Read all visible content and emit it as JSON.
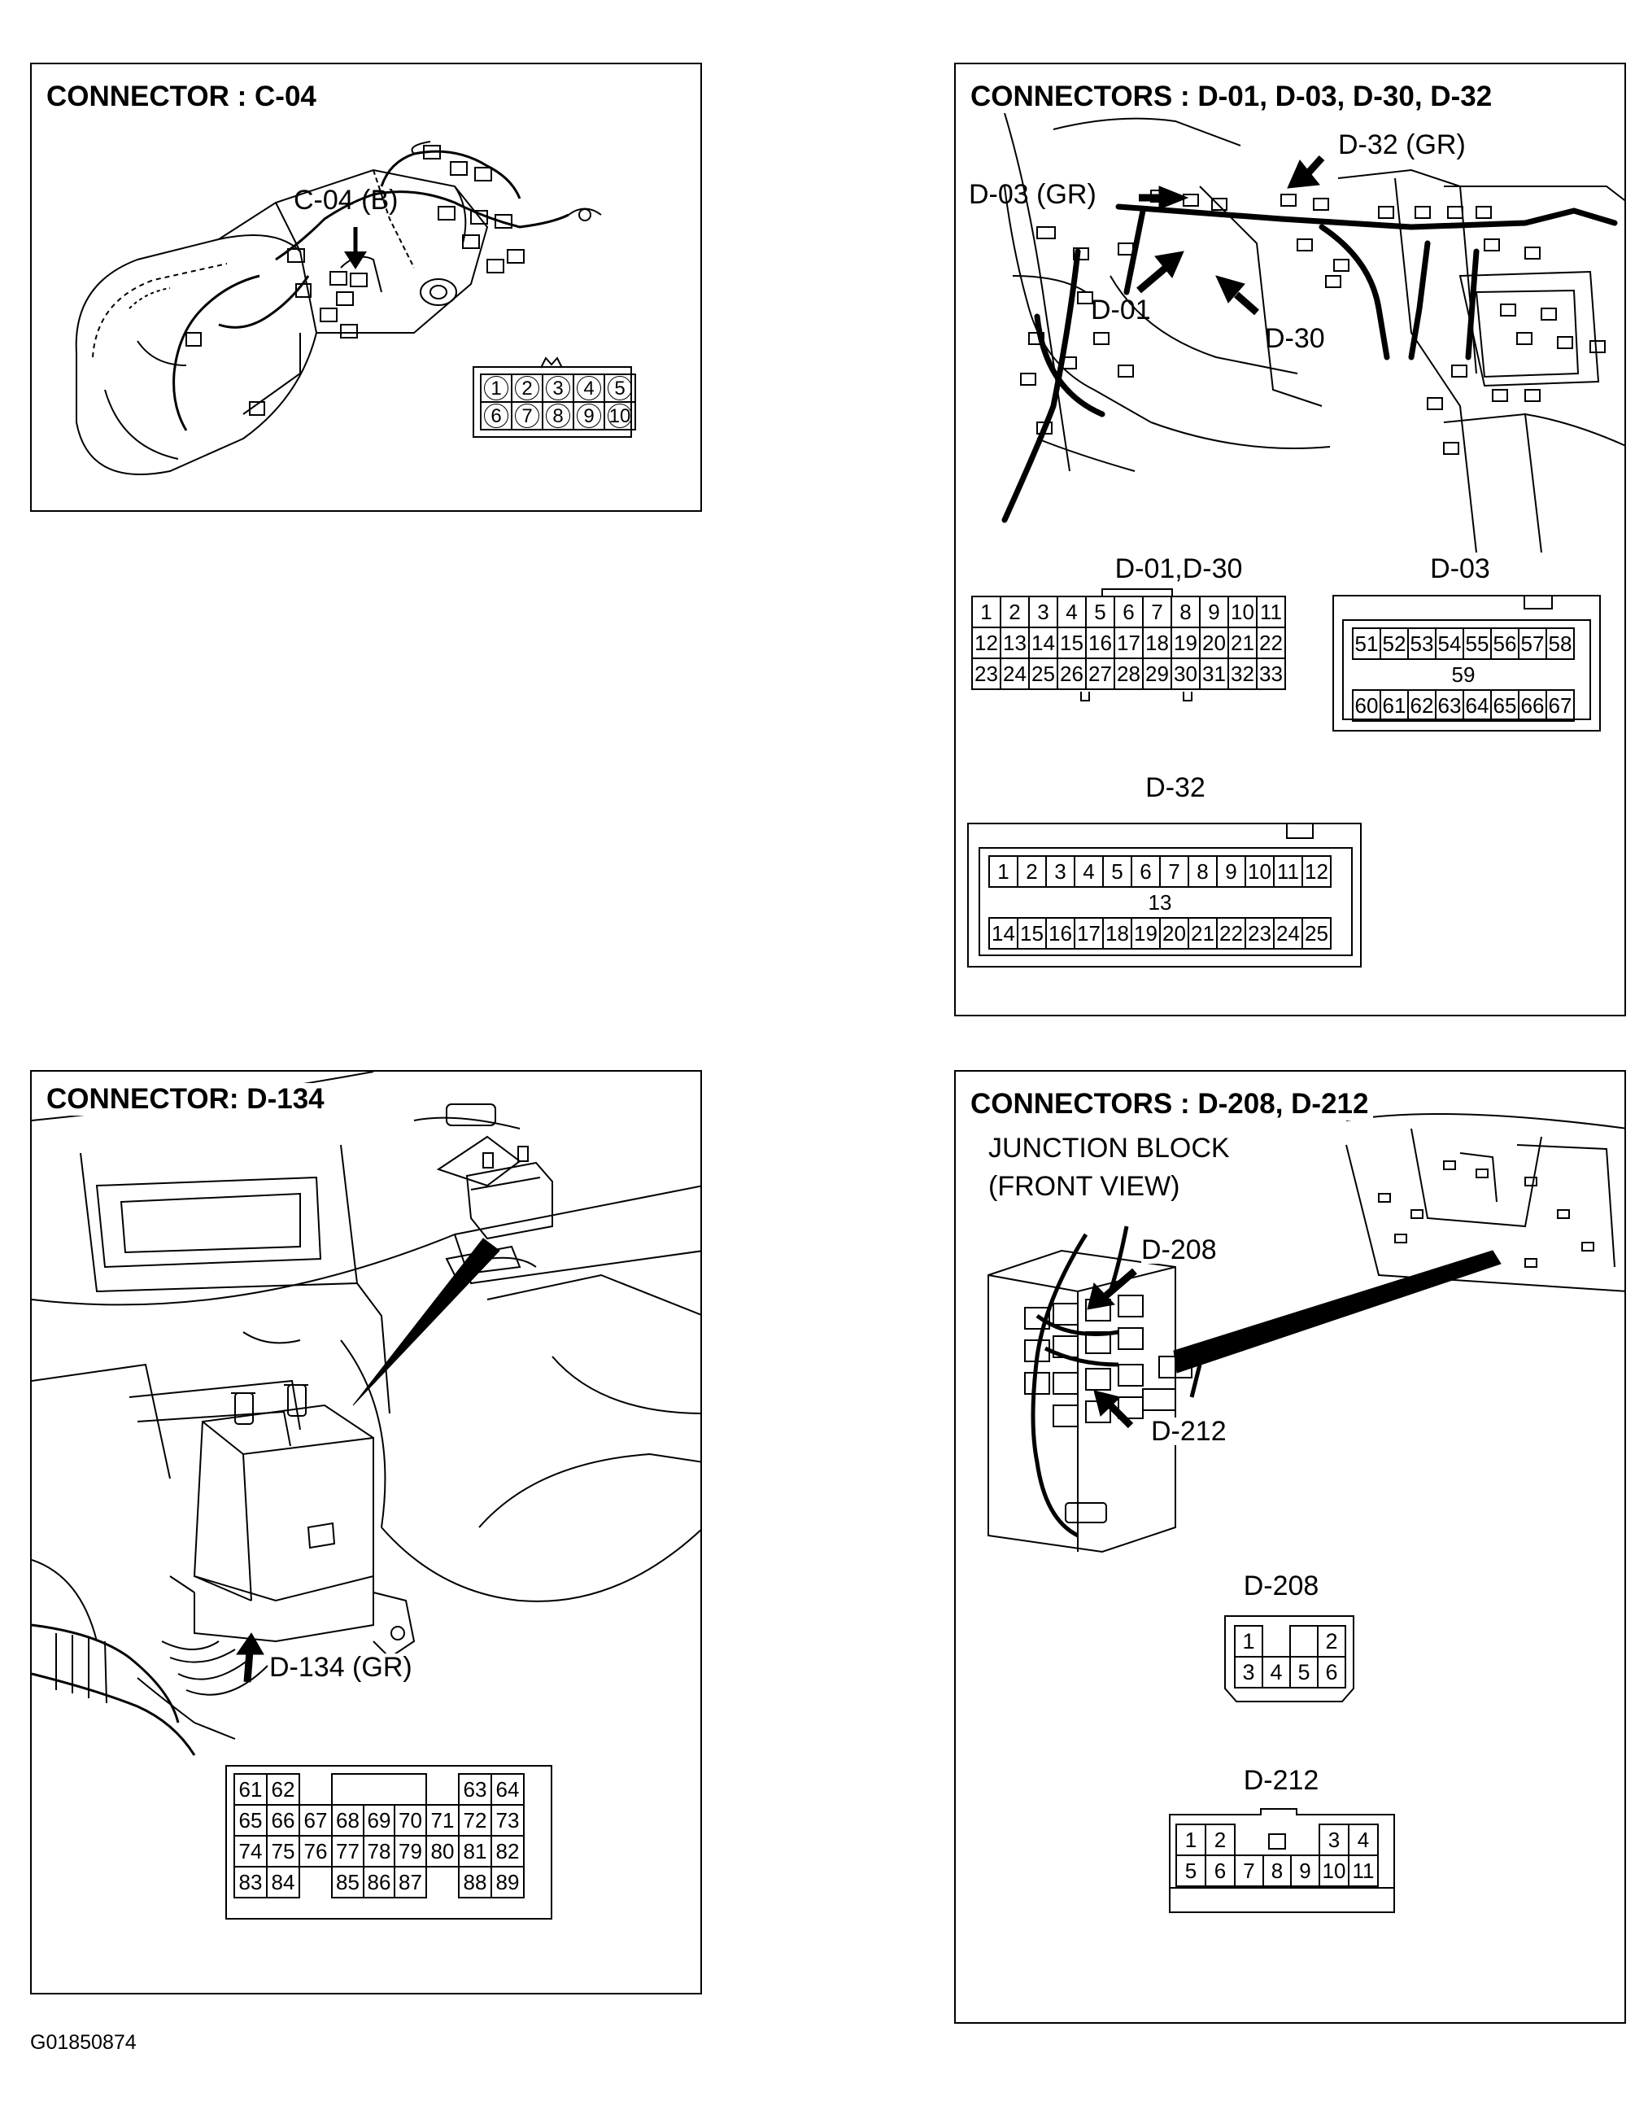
{
  "panels": {
    "c04": {
      "title": "CONNECTOR : C-04",
      "callout": "C-04 (B)",
      "pins": [
        "1",
        "2",
        "3",
        "4",
        "5",
        "6",
        "7",
        "8",
        "9",
        "10"
      ]
    },
    "d_group": {
      "title": "CONNECTORS : D-01, D-03, D-30, D-32",
      "callouts": {
        "d03": "D-03 (GR)",
        "d32": "D-32 (GR)",
        "d01": "D-01",
        "d30": "D-30"
      },
      "connector_d01_d30": {
        "title": "D-01,D-30",
        "rows": [
          [
            "1",
            "2",
            "3",
            "4",
            "5",
            "6",
            "7",
            "8",
            "9",
            "10",
            "11"
          ],
          [
            "12",
            "13",
            "14",
            "15",
            "16",
            "17",
            "18",
            "19",
            "20",
            "21",
            "22"
          ],
          [
            "23",
            "24",
            "25",
            "26",
            "27",
            "28",
            "29",
            "30",
            "31",
            "32",
            "33"
          ]
        ]
      },
      "connector_d03": {
        "title": "D-03",
        "row1": [
          "51",
          "52",
          "53",
          "54",
          "55",
          "56",
          "57",
          "58"
        ],
        "middle": "59",
        "row2": [
          "60",
          "61",
          "62",
          "63",
          "64",
          "65",
          "66",
          "67"
        ]
      },
      "connector_d32": {
        "title": "D-32",
        "row1": [
          "1",
          "2",
          "3",
          "4",
          "5",
          "6",
          "7",
          "8",
          "9",
          "10",
          "11",
          "12"
        ],
        "middle": "13",
        "row2": [
          "14",
          "15",
          "16",
          "17",
          "18",
          "19",
          "20",
          "21",
          "22",
          "23",
          "24",
          "25"
        ]
      }
    },
    "d134": {
      "title": "CONNECTOR: D-134",
      "callout": "D-134 (GR)",
      "rows": [
        [
          "61",
          "62",
          "",
          "",
          "",
          "",
          "",
          "63",
          "64"
        ],
        [
          "65",
          "66",
          "67",
          "68",
          "69",
          "70",
          "71",
          "72",
          "73"
        ],
        [
          "74",
          "75",
          "76",
          "77",
          "78",
          "79",
          "80",
          "81",
          "82"
        ],
        [
          "83",
          "84",
          "",
          "85",
          "86",
          "87",
          "",
          "88",
          "89"
        ]
      ]
    },
    "d208_d212": {
      "title": "CONNECTORS : D-208, D-212",
      "junction_label_line1": "JUNCTION BLOCK",
      "junction_label_line2": "(FRONT VIEW)",
      "callouts": {
        "d208": "D-208",
        "d212": "D-212"
      },
      "connector_d208": {
        "title": "D-208",
        "row1": [
          "1",
          "",
          "",
          "2"
        ],
        "row2": [
          "3",
          "4",
          "5",
          "6"
        ]
      },
      "connector_d212": {
        "title": "D-212",
        "row1": [
          "1",
          "2",
          "",
          "",
          "3",
          "4"
        ],
        "row2": [
          "5",
          "6",
          "7",
          "8",
          "9",
          "10",
          "11"
        ]
      }
    }
  },
  "footer_id": "G01850874"
}
